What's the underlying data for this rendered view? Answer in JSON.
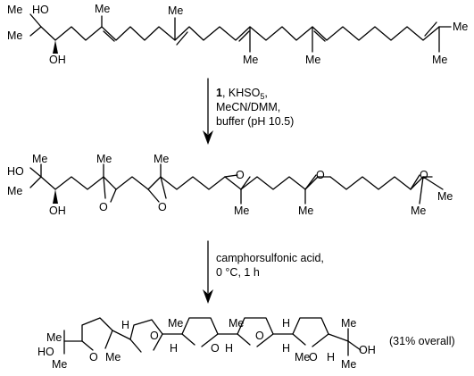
{
  "atoms": {
    "me": "Me",
    "ho": "HO",
    "oh": "OH",
    "o": "O",
    "h": "H"
  },
  "step1": {
    "reagent_number": "1",
    "line1_rest": ", KHSO",
    "line1_sub": "5",
    "line1_tail": ",",
    "line2": "MeCN/DMM,",
    "line3": "buffer (pH 10.5)"
  },
  "step2": {
    "line1": "camphorsulfonic acid,",
    "line2": "0 °C, 1 h"
  },
  "yield": "(31% overall)",
  "colors": {
    "ink": "#000000",
    "background": "#ffffff"
  }
}
